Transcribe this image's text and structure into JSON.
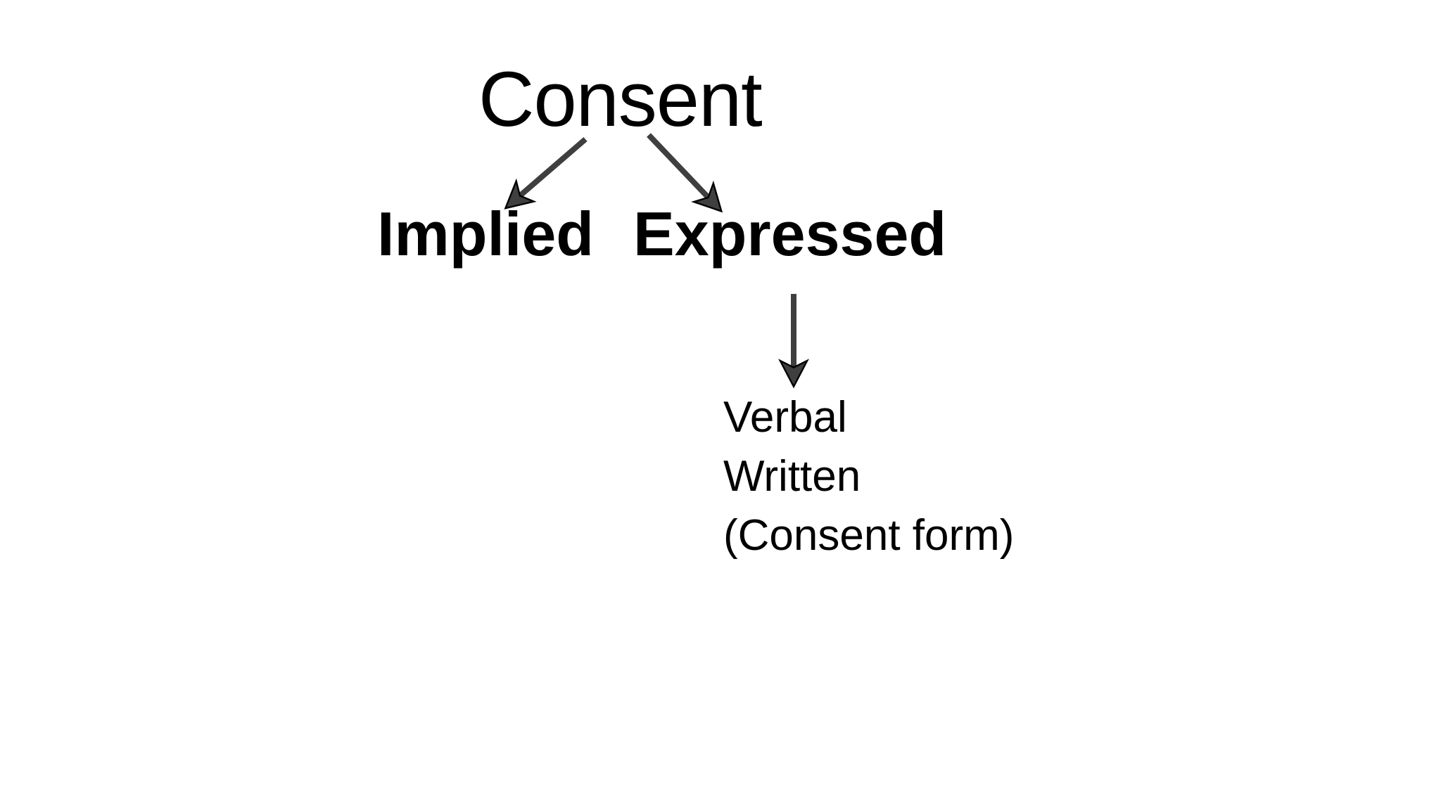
{
  "slide": {
    "title": "Consent",
    "branch_left": "Implied",
    "branch_right": "Expressed",
    "expressed_items": [
      "Verbal",
      "Written",
      "(Consent form)"
    ]
  },
  "diagram_edges": [
    {
      "from": "Consent",
      "to": "Implied",
      "icon": "arrow-down-left-icon"
    },
    {
      "from": "Consent",
      "to": "Expressed",
      "icon": "arrow-down-right-icon"
    },
    {
      "from": "Expressed",
      "to": "Verbal / Written / (Consent form)",
      "icon": "arrow-down-icon"
    }
  ],
  "colors": {
    "background": "#ffffff",
    "text": "#000000",
    "arrow": "#3f3f3f"
  }
}
